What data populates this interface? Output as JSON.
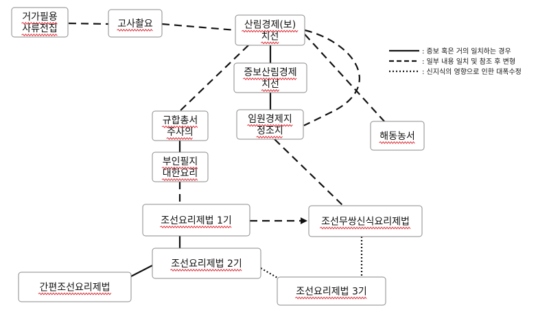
{
  "nodes": [
    {
      "id": "geoga",
      "lines": [
        "거가필용",
        "사류전집"
      ]
    },
    {
      "id": "gosa",
      "lines": [
        "고사촬요"
      ]
    },
    {
      "id": "sallim",
      "lines": [
        "산림경제(보)",
        "치선"
      ]
    },
    {
      "id": "jeungbo",
      "lines": [
        "증보산림경제",
        "치선"
      ]
    },
    {
      "id": "imwon",
      "lines": [
        "임원경제지",
        "정조지"
      ]
    },
    {
      "id": "gyuhap",
      "lines": [
        "규합총서",
        "주사의"
      ]
    },
    {
      "id": "buin",
      "lines": [
        "부인필지",
        "대한요리"
      ]
    },
    {
      "id": "haedong",
      "lines": [
        "해동농서"
      ]
    },
    {
      "id": "joseon1",
      "lines": [
        "조선요리제법 1기"
      ]
    },
    {
      "id": "musang",
      "lines": [
        "조선무쌍신식요리제법"
      ]
    },
    {
      "id": "joseon2",
      "lines": [
        "조선요리제법 2기"
      ]
    },
    {
      "id": "ganpyeon",
      "lines": [
        "간편조선요리제법"
      ]
    },
    {
      "id": "joseon3",
      "lines": [
        "조선요리제법 3기"
      ]
    }
  ],
  "edges": [
    {
      "from": "geoga",
      "to": "gosa",
      "style": "dashed"
    },
    {
      "from": "gosa",
      "to": "sallim",
      "style": "dashed"
    },
    {
      "from": "sallim",
      "to": "jeungbo",
      "style": "solid"
    },
    {
      "from": "sallim",
      "to": "gyuhap",
      "style": "dashed"
    },
    {
      "from": "sallim",
      "to": "haedong",
      "style": "dashed"
    },
    {
      "from": "sallim",
      "to": "imwon",
      "style": "dashed"
    },
    {
      "from": "jeungbo",
      "to": "imwon",
      "style": "solid"
    },
    {
      "from": "gyuhap",
      "to": "buin",
      "style": "solid"
    },
    {
      "from": "buin",
      "to": "joseon1",
      "style": "dashed"
    },
    {
      "from": "imwon",
      "to": "musang",
      "style": "dashed"
    },
    {
      "from": "joseon1",
      "to": "musang",
      "style": "dashed-arrow"
    },
    {
      "from": "joseon1",
      "to": "joseon2",
      "style": "solid"
    },
    {
      "from": "joseon2",
      "to": "ganpyeon",
      "style": "solid"
    },
    {
      "from": "joseon2",
      "to": "joseon3",
      "style": "dotted"
    },
    {
      "from": "musang",
      "to": "joseon3",
      "style": "dotted"
    }
  ],
  "legend": [
    {
      "style": "solid",
      "label": ": 증보 혹은 거의 일치하는 경우"
    },
    {
      "style": "dashed",
      "label": ": 일부 내용 일치 및 참조 후 변형"
    },
    {
      "style": "dotted",
      "label": ": 신지식의 영향으로 인한 대폭수정"
    }
  ]
}
